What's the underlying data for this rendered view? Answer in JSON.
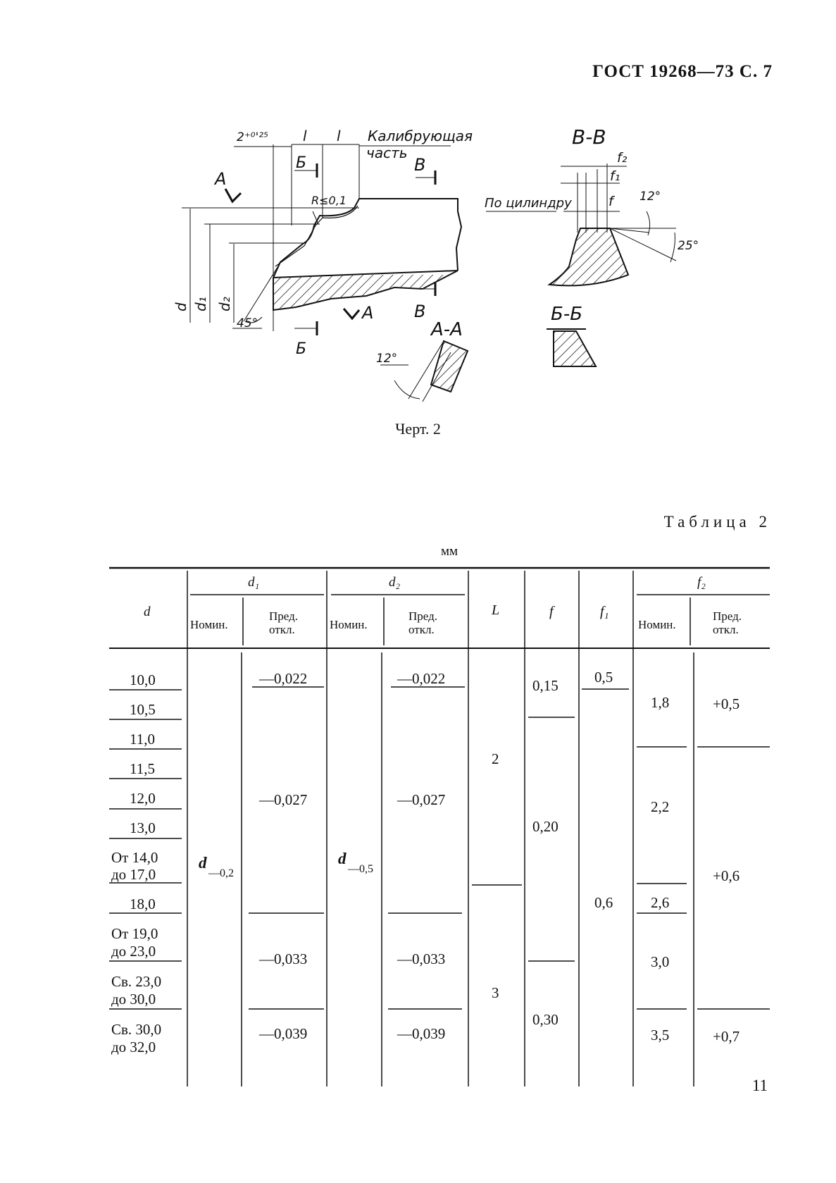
{
  "header": {
    "code": "ГОСТ 19268—73 С. 7"
  },
  "drawing": {
    "caption": "Черт. 2",
    "labels": {
      "tol": "2⁺⁰'²⁵",
      "l1": "l",
      "l2": "l",
      "calib_line1": "Калибрующая",
      "calib_line2": "часть",
      "b_cut": "Б",
      "v_cut": "В",
      "a_cut": "А",
      "radius": "R≤0,1",
      "d": "d",
      "d1": "d₁",
      "d2": "d₂",
      "angle45": "45°",
      "section_vv": "В-В",
      "f2": "f₂",
      "f1": "f₁",
      "f": "f",
      "cyl": "По цилиндру",
      "angle12": "12°",
      "angle25": "25°",
      "section_aa": "А-А",
      "angle12b": "12°",
      "section_bb": "Б-Б"
    }
  },
  "table": {
    "title": "Таблица 2",
    "unit": "мм",
    "headers": {
      "d": "d",
      "d1": "d₁",
      "d2": "d₂",
      "L": "L",
      "f": "f",
      "f1": "f₁",
      "f2": "f₂",
      "nom": "Номин.",
      "dev_line1": "Пред.",
      "dev_line2": "откл."
    },
    "d_rows": [
      "10,0",
      "10,5",
      "11,0",
      "11,5",
      "12,0",
      "13,0",
      "От 14,0",
      "до 17,0",
      "18,0",
      "От 19,0",
      "до 23,0",
      "Св. 23,0",
      "до 30,0",
      "Св. 30,0",
      "до 32,0"
    ],
    "d1_nom": "d",
    "d1_nom_sub": "—0,2",
    "d2_nom": "d",
    "d2_nom_sub": "—0,5",
    "d1_dev": [
      "—0,022",
      "—0,027",
      "—0,033",
      "—0,039"
    ],
    "d2_dev": [
      "—0,022",
      "—0,027",
      "—0,033",
      "—0,039"
    ],
    "L": [
      "2",
      "3"
    ],
    "f": [
      "0,15",
      "0,20",
      "0,30"
    ],
    "f1": [
      "0,5",
      "0,6"
    ],
    "f2_nom": [
      "1,8",
      "2,2",
      "2,6",
      "3,0",
      "3,5"
    ],
    "f2_dev": [
      "+0,5",
      "+0,6",
      "+0,7"
    ]
  },
  "page_number": "11"
}
